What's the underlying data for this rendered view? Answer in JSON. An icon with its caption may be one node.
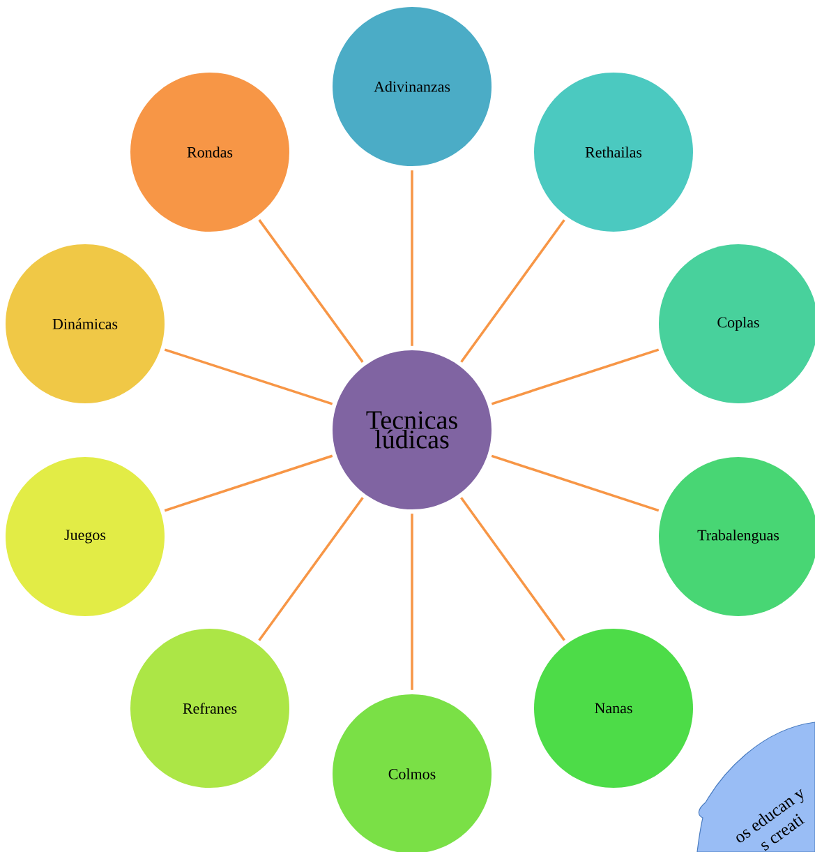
{
  "diagram": {
    "nodes": [
      {
        "text": [
          "Tecnicas lúdicas"
        ]
      },
      {
        "text": [
          "Adivinanzas"
        ]
      },
      {
        "text": [
          "Rethailas"
        ]
      },
      {
        "text": [
          "Coplas"
        ]
      },
      {
        "text": [
          "Trabalenguas"
        ]
      },
      {
        "text": [
          "Nanas"
        ]
      },
      {
        "text": [
          "Colmos"
        ]
      },
      {
        "text": [
          "Refranes"
        ]
      },
      {
        "text": [
          "Juegos"
        ]
      },
      {
        "text": [
          "Dinámicas"
        ]
      },
      {
        "text": [
          "Rondas"
        ]
      },
      {
        "text": [
          "os educan y",
          "s creati"
        ]
      }
    ],
    "edges": [
      {
        "from": 0,
        "to": 1,
        "arrow": "none"
      },
      {
        "from": 0,
        "to": 2,
        "arrow": "none"
      },
      {
        "from": 0,
        "to": 3,
        "arrow": "none"
      },
      {
        "from": 0,
        "to": 4,
        "arrow": "none"
      },
      {
        "from": 0,
        "to": 5,
        "arrow": "none"
      },
      {
        "from": 0,
        "to": 6,
        "arrow": "none"
      },
      {
        "from": 0,
        "to": 7,
        "arrow": "none"
      },
      {
        "from": 0,
        "to": 8,
        "arrow": "none"
      },
      {
        "from": 0,
        "to": 9,
        "arrow": "none"
      },
      {
        "from": 0,
        "to": 10,
        "arrow": "none"
      }
    ]
  }
}
